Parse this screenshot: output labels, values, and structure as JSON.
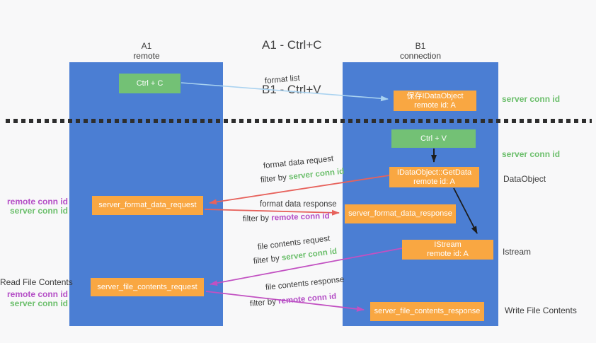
{
  "title": {
    "lines": [
      "A1 - Ctrl+C",
      "B1 - Ctrl+V"
    ]
  },
  "left_lane": {
    "header": [
      "A1",
      "remote"
    ],
    "nodes": {
      "ctrl_c": "Ctrl + C",
      "format_request": "server_format_data_request",
      "file_request": "server_file_contents_request"
    },
    "side_labels": {
      "mid": {
        "remote": "remote conn id",
        "server": "server conn id"
      },
      "read": "Read File Contents",
      "bottom": {
        "remote": "remote conn id",
        "server": "server conn id"
      }
    }
  },
  "right_lane": {
    "header": [
      "B1",
      "connection"
    ],
    "nodes": {
      "save_dataobject": [
        "保存IDataObject",
        "remote id: A"
      ],
      "ctrl_v": "Ctrl + V",
      "getdata": [
        "IDataObject::GetData",
        "remote id: A"
      ],
      "format_response": "server_format_data_response",
      "istream": [
        "IStream",
        "remote id: A"
      ],
      "file_response": "server_file_contents_response"
    },
    "side_labels": {
      "server_top": "server conn id",
      "server_mid": "server conn id",
      "dataobject": "DataObject",
      "istream": "Istream",
      "write": "Write File Contents"
    }
  },
  "flow_labels": {
    "format_list": "format list",
    "format_data_request": "format data request",
    "filter_by": "filter by ",
    "server_conn_id": "server conn id",
    "format_data_response": "format data response",
    "remote_conn_id": "remote conn id",
    "file_contents_request": "file contents request",
    "file_contents_response": "file contents response"
  },
  "colors": {
    "lane_blue": "#4b7ed3",
    "node_green": "#73c175",
    "node_orange": "#f9a742",
    "arrow_light_blue": "#a9d2f0",
    "arrow_red": "#e7625c",
    "arrow_magenta": "#c251c2",
    "arrow_black": "#1c1c1c",
    "text_green": "#6cbf6c",
    "text_purple": "#b44ec6"
  }
}
